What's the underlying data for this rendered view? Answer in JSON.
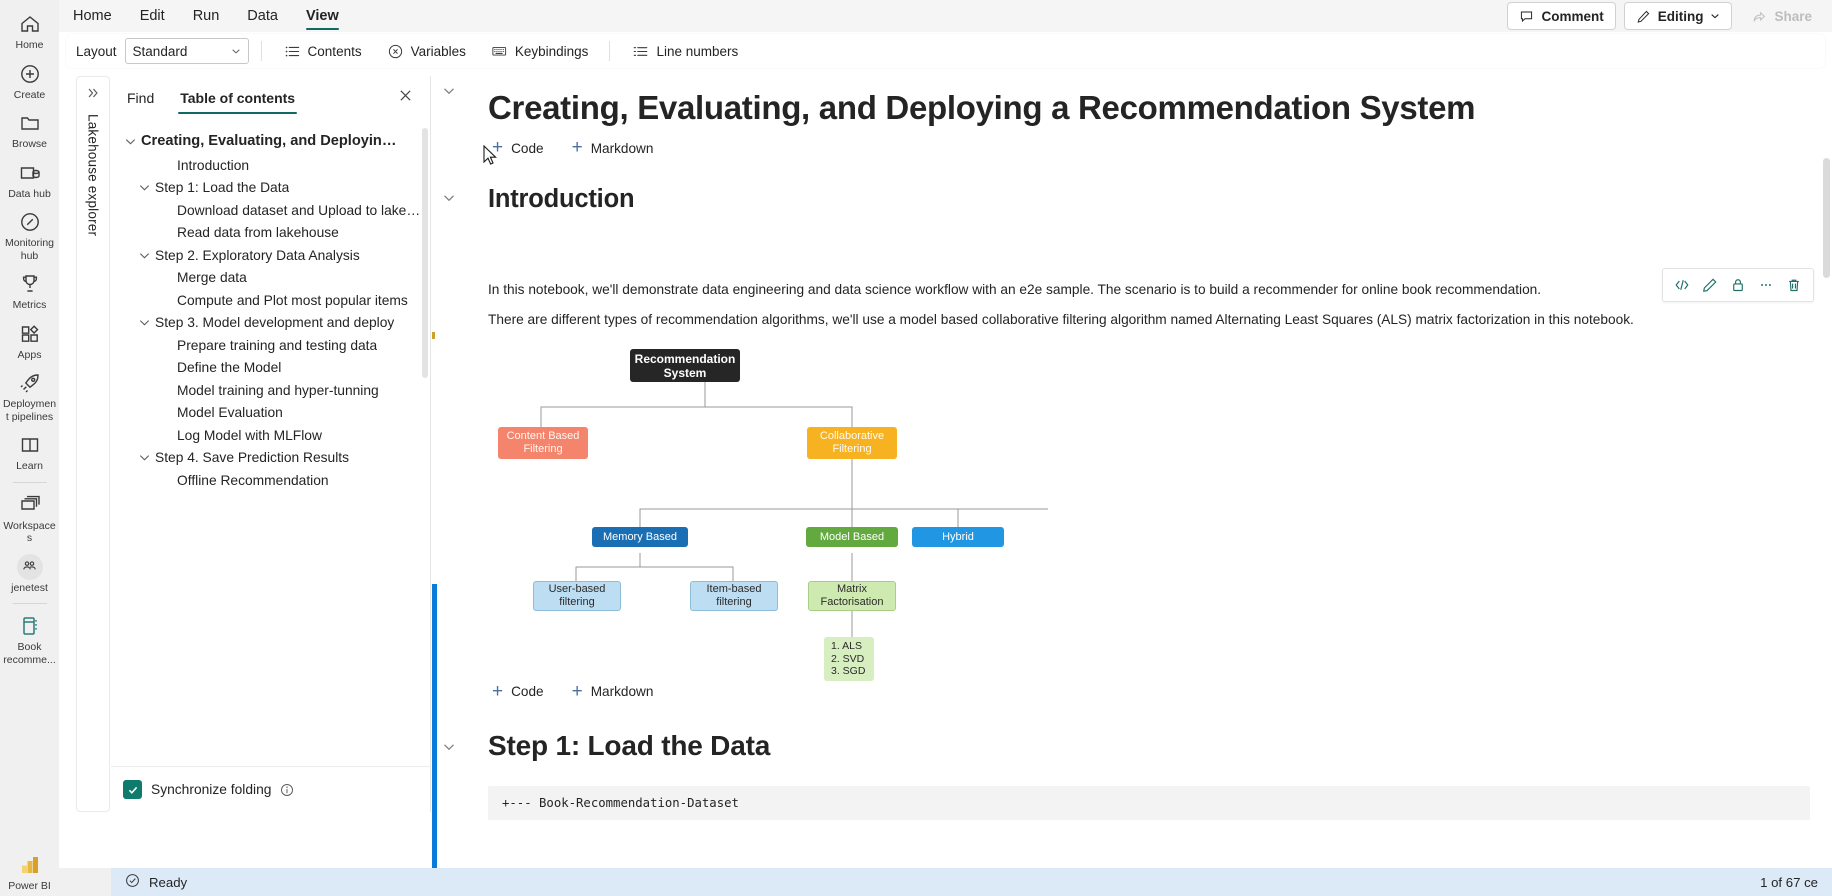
{
  "rail": {
    "items": [
      {
        "label": "Home",
        "icon": "home-icon"
      },
      {
        "label": "Create",
        "icon": "plus-circle-icon"
      },
      {
        "label": "Browse",
        "icon": "folder-icon"
      },
      {
        "label": "Data hub",
        "icon": "data-hub-icon"
      },
      {
        "label": "Monitoring hub",
        "icon": "monitoring-hub-icon"
      },
      {
        "label": "Metrics",
        "icon": "trophy-icon"
      },
      {
        "label": "Apps",
        "icon": "apps-grid-icon"
      },
      {
        "label": "Deployment pipelines",
        "icon": "rocket-icon"
      },
      {
        "label": "Learn",
        "icon": "book-open-icon"
      },
      {
        "label": "Workspaces",
        "icon": "workspaces-stack-icon"
      }
    ],
    "user": {
      "label": "jenetest",
      "icon": "people-avatar-icon"
    },
    "artifact": {
      "label": "Book recomme...",
      "icon": "notebook-icon"
    },
    "brand": {
      "label": "Power BI",
      "icon": "power-bi-logo"
    }
  },
  "topbar": {
    "menus": [
      {
        "label": "Home",
        "active": false
      },
      {
        "label": "Edit",
        "active": false
      },
      {
        "label": "Run",
        "active": false
      },
      {
        "label": "Data",
        "active": false
      },
      {
        "label": "View",
        "active": true
      }
    ],
    "comment_label": "Comment",
    "editing_label": "Editing",
    "share_label": "Share"
  },
  "ribbon": {
    "layout_label": "Layout",
    "layout_value": "Standard",
    "items": [
      {
        "label": "Contents",
        "icon": "contents-list-icon"
      },
      {
        "label": "Variables",
        "icon": "variables-x-icon"
      },
      {
        "label": "Keybindings",
        "icon": "keyboard-icon"
      },
      {
        "label": "Line numbers",
        "icon": "line-numbers-icon"
      }
    ]
  },
  "lakehouse": {
    "title": "Lakehouse explorer",
    "expand_icon": "chevron-double-right-icon"
  },
  "toc": {
    "tabs": [
      {
        "label": "Find",
        "active": false
      },
      {
        "label": "Table of contents",
        "active": true
      }
    ],
    "close_icon": "close-icon",
    "items": [
      {
        "label": "Creating, Evaluating, and Deployin…",
        "level": 0,
        "chevron": true
      },
      {
        "label": "Introduction",
        "level": 2,
        "chevron": false
      },
      {
        "label": "Step 1: Load the Data",
        "level": 1,
        "chevron": true
      },
      {
        "label": "Download dataset and Upload to lakeh…",
        "level": 2,
        "chevron": false
      },
      {
        "label": "Read data from lakehouse",
        "level": 2,
        "chevron": false
      },
      {
        "label": "Step 2. Exploratory Data Analysis",
        "level": 1,
        "chevron": true
      },
      {
        "label": "Merge data",
        "level": 2,
        "chevron": false
      },
      {
        "label": "Compute and Plot most popular items",
        "level": 2,
        "chevron": false
      },
      {
        "label": "Step 3. Model development and deploy",
        "level": 1,
        "chevron": true
      },
      {
        "label": "Prepare training and testing data",
        "level": 2,
        "chevron": false
      },
      {
        "label": "Define the Model",
        "level": 2,
        "chevron": false
      },
      {
        "label": "Model training and hyper-tunning",
        "level": 2,
        "chevron": false
      },
      {
        "label": "Model Evaluation",
        "level": 2,
        "chevron": false
      },
      {
        "label": "Log Model with MLFlow",
        "level": 2,
        "chevron": false
      },
      {
        "label": "Step 4. Save Prediction Results",
        "level": 1,
        "chevron": true
      },
      {
        "label": "Offline Recommendation",
        "level": 2,
        "chevron": false
      }
    ],
    "footer": {
      "sync_folding_label": "Synchronize folding",
      "checked": true,
      "info_icon": "info-circle-icon"
    }
  },
  "notebook": {
    "title": "Creating, Evaluating, and Deploying a Recommendation System",
    "add_code_label": "Code",
    "add_markdown_label": "Markdown",
    "section_intro": "Introduction",
    "paragraph1": "In this notebook, we'll demonstrate data engineering and data science workflow with an e2e sample. The scenario is to build a recommender for online book recommendation.",
    "paragraph2": "There are different types of recommendation algorithms, we'll use a model based collaborative filtering algorithm named Alternating Least Squares (ALS) matrix factorization in this notebook.",
    "section_step1": "Step 1: Load the Data",
    "code_output": "+--- Book-Recommendation-Dataset",
    "cell_toolbar": [
      {
        "icon": "code-brackets-icon",
        "name": "view-code"
      },
      {
        "icon": "pencil-icon",
        "name": "edit"
      },
      {
        "icon": "lock-icon",
        "name": "lock"
      },
      {
        "icon": "ellipsis-icon",
        "name": "more"
      },
      {
        "icon": "trash-icon",
        "name": "delete"
      }
    ]
  },
  "diagram": {
    "title": "Recommendation System taxonomy",
    "nodes": [
      {
        "id": "root",
        "label": "Recommendation System"
      },
      {
        "id": "content",
        "label": "Content Based Filtering"
      },
      {
        "id": "collab",
        "label": "Collaborative Filtering"
      },
      {
        "id": "memory",
        "label": "Memory Based"
      },
      {
        "id": "model",
        "label": "Model Based"
      },
      {
        "id": "hybrid",
        "label": "Hybrid"
      },
      {
        "id": "userbased",
        "label": "User-based filtering"
      },
      {
        "id": "itembased",
        "label": "Item-based filtering"
      },
      {
        "id": "matrixfact",
        "label": "Matrix Factorisation"
      },
      {
        "id": "algos",
        "label": "1. ALS\n2. SVD\n3. SGD"
      }
    ],
    "algo_lines": [
      "1. ALS",
      "2. SVD",
      "3. SGD"
    ]
  },
  "statusbar": {
    "status_icon": "check-circle-icon",
    "status_label": "Ready",
    "cell_count_label": "1 of 67 ce"
  },
  "colors": {
    "accent_teal": "#0f6b61",
    "selection_blue": "#0a7bd8",
    "status_bg": "#dce9f7",
    "rail_bg": "#f0f0f0"
  }
}
